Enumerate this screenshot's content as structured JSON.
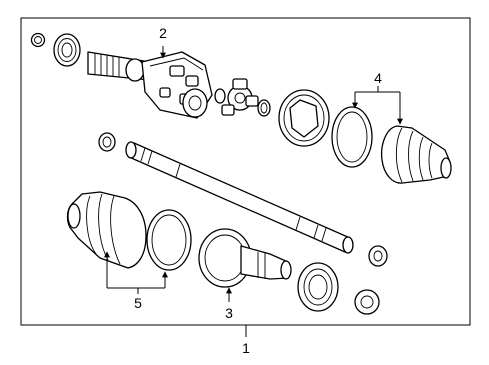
{
  "diagram": {
    "callouts": [
      {
        "id": "label-1",
        "text": "1"
      },
      {
        "id": "label-2",
        "text": "2"
      },
      {
        "id": "label-3",
        "text": "3"
      },
      {
        "id": "label-4",
        "text": "4"
      },
      {
        "id": "label-5",
        "text": "5"
      }
    ]
  }
}
